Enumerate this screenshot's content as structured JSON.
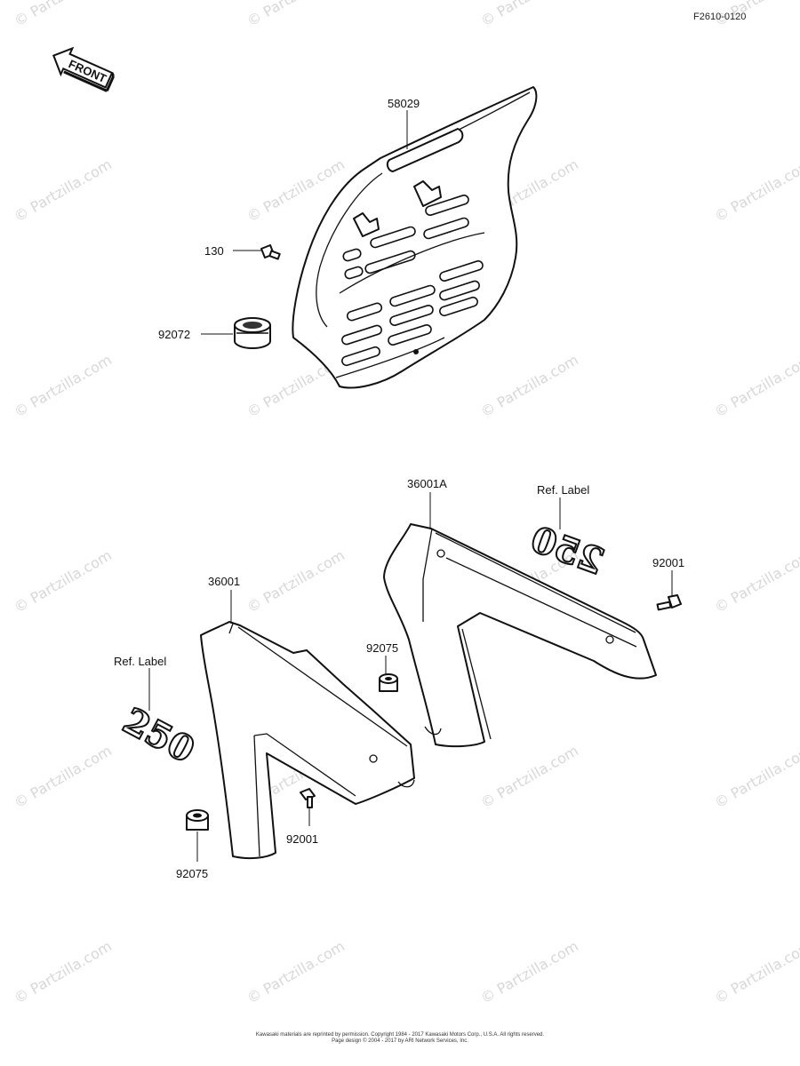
{
  "figure_id": "F2610-0120",
  "front_indicator": {
    "text": "FRONT",
    "icon": "front-arrow-icon"
  },
  "callouts": {
    "p58029": "58029",
    "p130": "130",
    "p92072": "92072",
    "p36001A": "36001A",
    "ref_label_right": "Ref.  Label",
    "p92001_right": "92001",
    "p36001": "36001",
    "ref_label_left": "Ref.  Label",
    "p92075_mid": "92075",
    "p92001_bottom": "92001",
    "p92075_bottom": "92075"
  },
  "badge_text": "250",
  "watermark": "© Partzilla.com",
  "copyright": {
    "line1": "Kawasaki materials are reprinted by permission. Copyright 1984 - 2017  Kawasaki Motors Corp., U.S.A.  All rights reserved.",
    "line2": "Page design © 2004 - 2017 by ARI Network Services, Inc."
  },
  "colors": {
    "ink": "#111111",
    "paper": "#ffffff",
    "watermark": "#d8d8d8"
  }
}
